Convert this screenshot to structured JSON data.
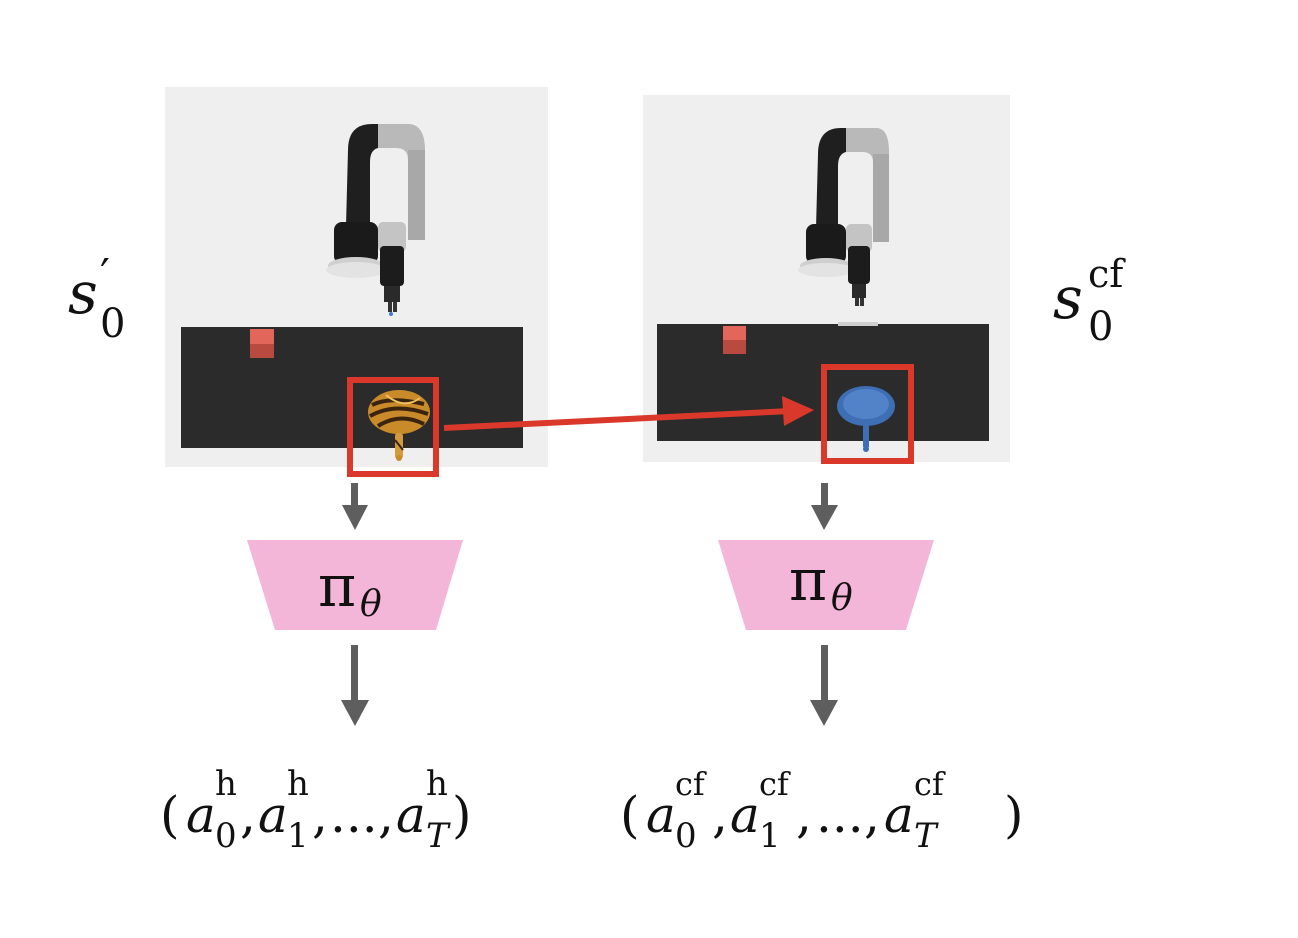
{
  "left_panel": {
    "state_label": {
      "base": "s",
      "prime": "′",
      "sub": "0"
    },
    "policy_label": {
      "base": "π",
      "sub": "θ"
    },
    "actions": {
      "open": "(",
      "a": "a",
      "close": ")",
      "sep": ",",
      "ellipsis": "...",
      "items": [
        {
          "sub": "0",
          "sup": "h"
        },
        {
          "sub": "1",
          "sup": "h"
        },
        {
          "sub": "T",
          "sup": "h"
        }
      ]
    }
  },
  "right_panel": {
    "state_label": {
      "base": "s",
      "sup": "cf",
      "sub": "0"
    },
    "policy_label": {
      "base": "π",
      "sub": "θ"
    },
    "actions": {
      "open": "(",
      "a": "a",
      "close": ")",
      "sep": ",",
      "ellipsis": "...",
      "items": [
        {
          "sub": "0",
          "sup": "cf"
        },
        {
          "sub": "1",
          "sup": "cf"
        },
        {
          "sub": "T",
          "sup": "cf"
        }
      ]
    }
  },
  "colors": {
    "panel_bg": "#efefef",
    "table": "#2b2b2b",
    "cube": "#e0584a",
    "highlight": "#d9382a",
    "policy_fill": "#f3b6d8",
    "flow_arrow": "#5e5e5e",
    "pan_blue": "#3e6eb4",
    "pan_gold": "#c98a2a"
  }
}
